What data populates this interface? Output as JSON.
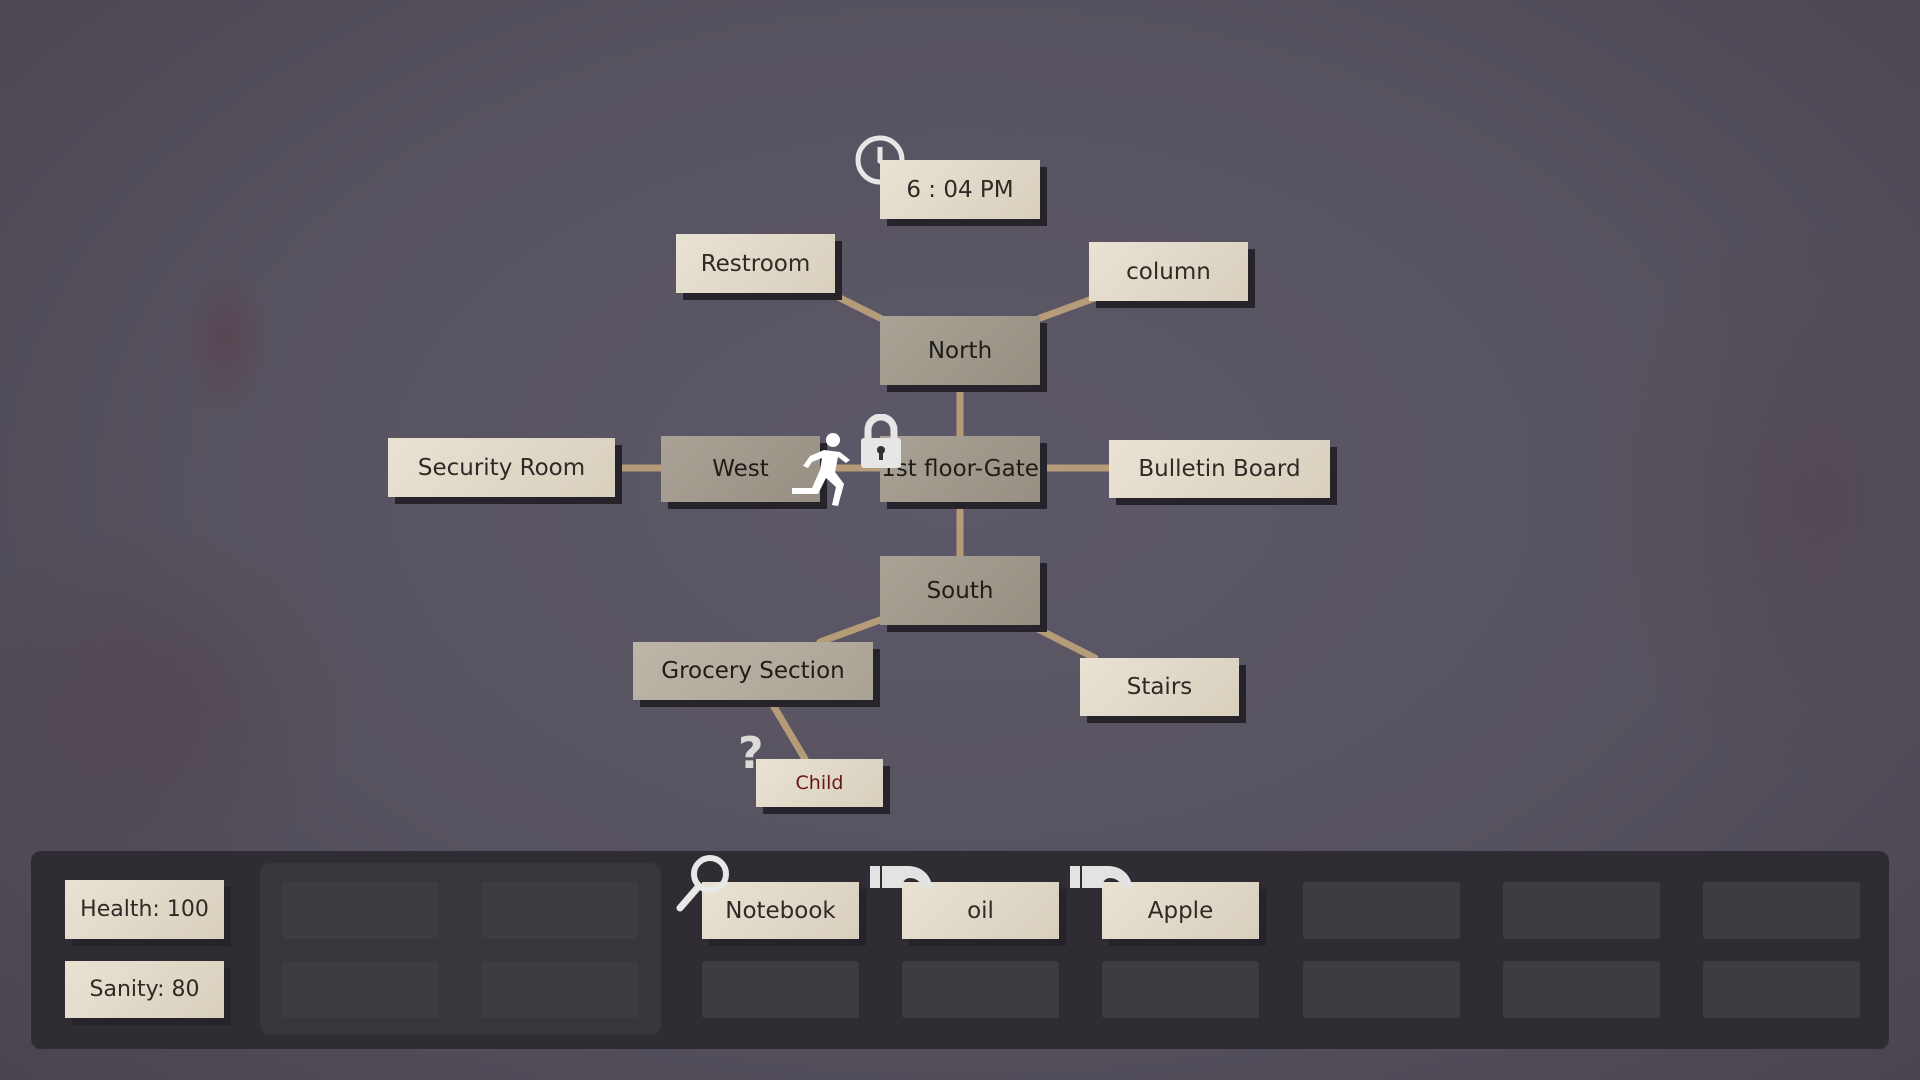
{
  "clock": {
    "icon": "clock-icon",
    "time": "6 : 04 PM"
  },
  "map": {
    "locations": {
      "restroom": "Restroom",
      "column": "column",
      "north": "North",
      "security_room": "Security Room",
      "west": "West",
      "gate": "1st floor-Gate",
      "bulletin_board": "Bulletin Board",
      "south": "South",
      "grocery": "Grocery Section",
      "stairs": "Stairs",
      "child": "Child"
    },
    "current_location_marker": "running-person-icon",
    "locked_marker": "lock-icon",
    "unknown_marker": "?"
  },
  "stats": {
    "health": "Health: 100",
    "sanity": "Sanity: 80"
  },
  "inventory": {
    "items": [
      {
        "label": "Notebook",
        "action_icon": "magnifier-icon"
      },
      {
        "label": "oil",
        "action_icon": "grab-hand-icon"
      },
      {
        "label": "Apple",
        "action_icon": "grab-hand-icon"
      }
    ]
  },
  "colors": {
    "paper": "#e3dccb",
    "dark_paper": "#a19a8d",
    "rope": "#b59b78",
    "background": "#57525f",
    "child_text": "#6a1414"
  }
}
